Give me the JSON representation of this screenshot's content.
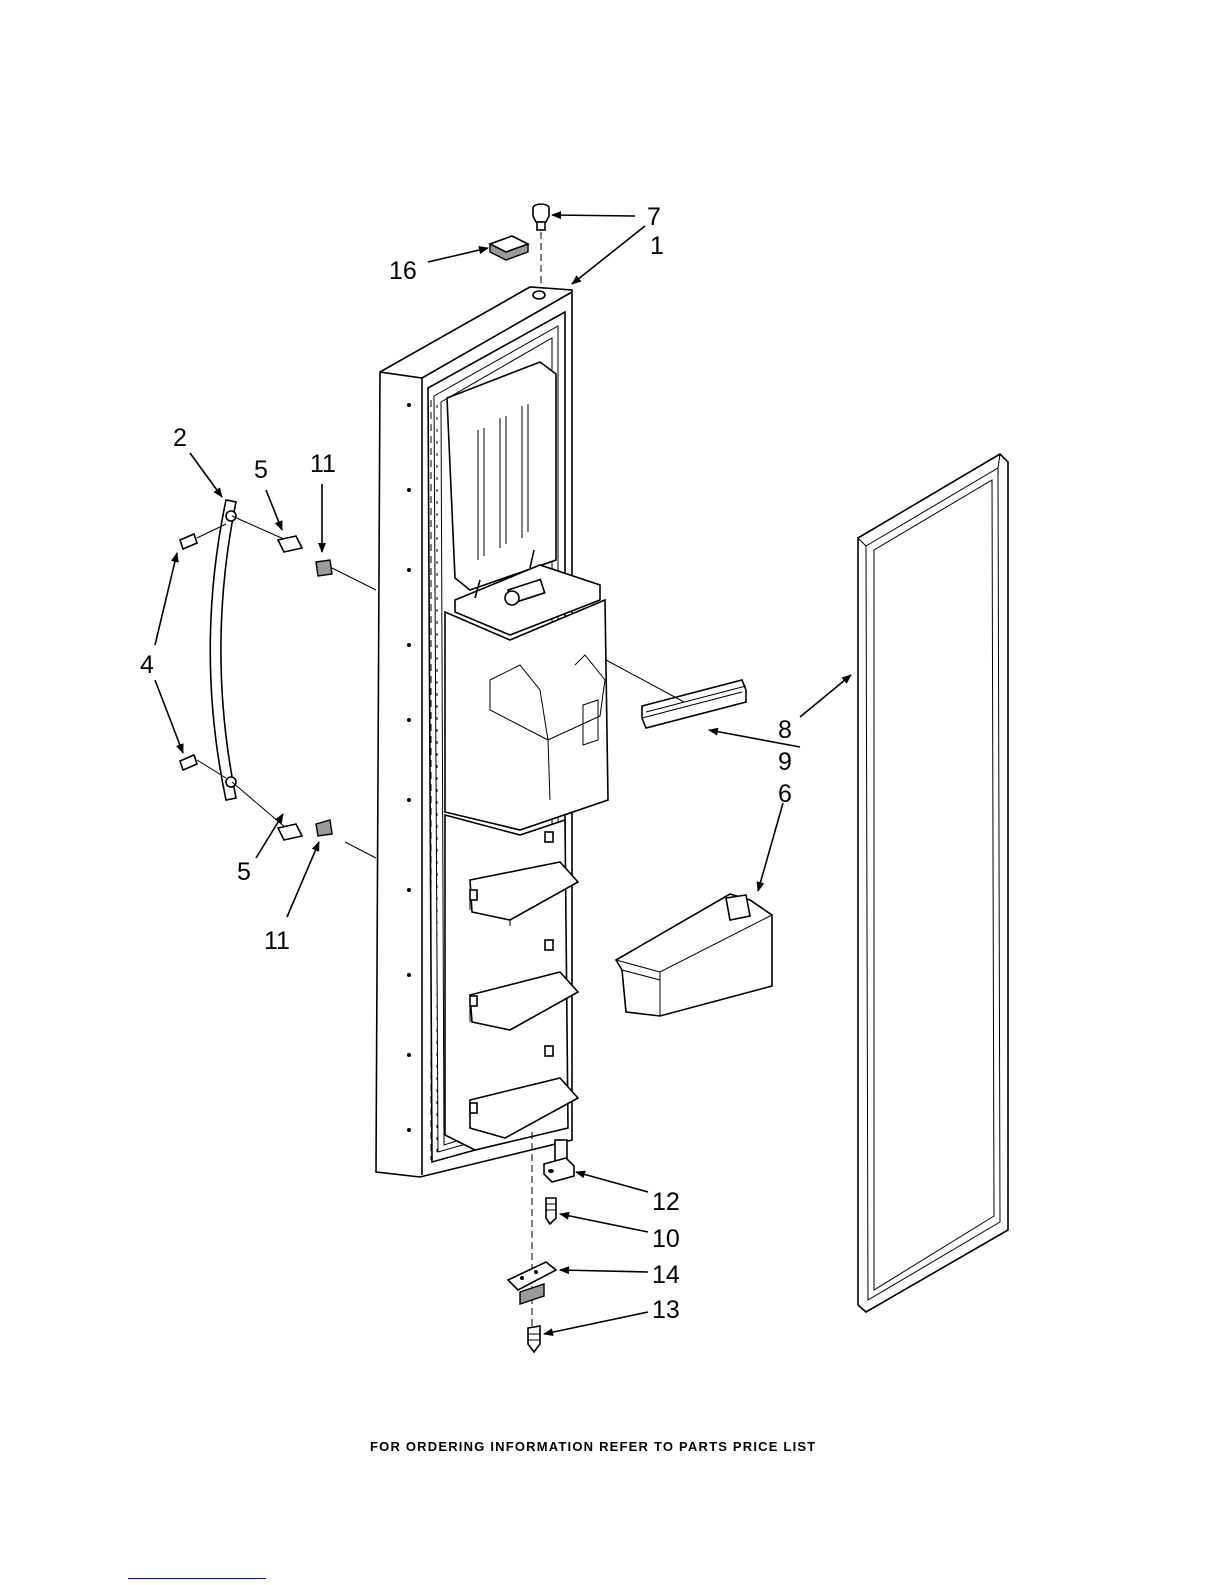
{
  "diagram": {
    "footer_text": "FOR ORDERING INFORMATION REFER TO PARTS PRICE LIST",
    "callouts": [
      {
        "id": "c7",
        "label": "7"
      },
      {
        "id": "c1",
        "label": "1"
      },
      {
        "id": "c16",
        "label": "16"
      },
      {
        "id": "c2",
        "label": "2"
      },
      {
        "id": "c5a",
        "label": "5"
      },
      {
        "id": "c11a",
        "label": "11"
      },
      {
        "id": "c4",
        "label": "4"
      },
      {
        "id": "c5b",
        "label": "5"
      },
      {
        "id": "c11b",
        "label": "11"
      },
      {
        "id": "c8",
        "label": "8"
      },
      {
        "id": "c9",
        "label": "9"
      },
      {
        "id": "c6",
        "label": "6"
      },
      {
        "id": "c12",
        "label": "12"
      },
      {
        "id": "c10",
        "label": "10"
      },
      {
        "id": "c14",
        "label": "14"
      },
      {
        "id": "c13",
        "label": "13"
      }
    ]
  }
}
